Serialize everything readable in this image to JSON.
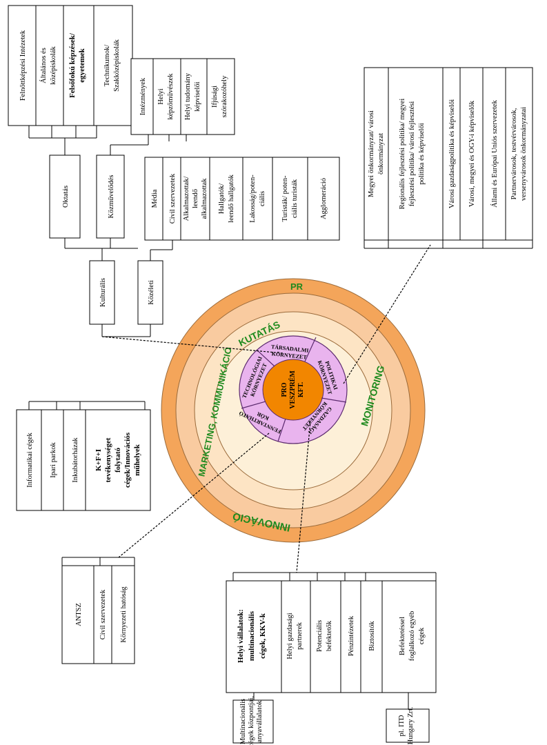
{
  "rings": {
    "pr": "PR",
    "kutatas": "KUTATÁS",
    "marketing": "MARKETING, KOMMUNIKÁCIÓ",
    "monitoring": "MONITORING",
    "innovacio": "INNOVÁCIÓ"
  },
  "core": {
    "line1": "PRO",
    "line2": "VESZPRÉM",
    "line3": "KFT."
  },
  "sectors": {
    "tarsadalmi1": "TÁRSADALMI",
    "tarsadalmi2": "KÖRNYEZET",
    "politikai1": "POLITIKAI",
    "politikai2": "KÖRNYEZET",
    "gazdasagi1": "GAZDASÁGI",
    "gazdasagi2": "KÖRNYEZET",
    "fenntarthato1": "FENNTARTHATÓ",
    "fenntarthato2": "KÖR",
    "technologiai1": "TECHNOLÓGIAI",
    "technologiai2": "KÖRNYEZET"
  },
  "kulturalis": "Kulturális",
  "kozeleti": "Közéleti",
  "oktatas": "Oktatás",
  "kozmuvelodes": "Közművelődés",
  "oktatas_items": [
    "Felnőttképzési Intézetek",
    "Általános és középiskolák",
    "Felsőfokú képzések/ egyetemek",
    "Technikumok/ Szakközépiskolák"
  ],
  "kozmuvelodes_items": [
    "Intézmények",
    "Helyi képzőművészek",
    "Helyi tudomány képviselői",
    "Ifjúsági szórakozóhely"
  ],
  "kozeleti_items": [
    "Média",
    "Civil szervezetek",
    "Alkalmazottak/ leendő alkalmazottak",
    "Hallgatók/ leendő hallgatók",
    "Lakosság/poten-ciális",
    "Turisták/ poten-ciális turisták",
    "Agglomeráció"
  ],
  "politikai_items": [
    "Megyei önkormányzat/ városi önkormányzat",
    "Regionális fejlesztési politika/ megyei fejlesztési politika/ városi fejlesztési politika és képviselői",
    "Városi gazdaságpolitika és képviselői",
    "Városi, megyei és OGY-i képviselők",
    "Állami és Európai Uniós szervezetek",
    "Partnervárosok, testvérvárosok, versenyvárosok önkormányzatai"
  ],
  "technologiai_items": [
    "Informatikai cégek",
    "Ipari parkok",
    "Inkubátorházak",
    "K+F+I tevékenységet folytató cégek/Innovációs műhelyek"
  ],
  "kornyezeti_items": [
    "ANTSZ",
    "Civil szervezetek",
    "Környezeti hatóság"
  ],
  "gazdasagi_items": [
    "Helyi vállalatok: multinacionális cégek, KKV-k",
    "Helyi gazdasági partnerek",
    "Potenciális befektetők",
    "Pénzintézetek",
    "Biztosítók",
    "Befektetéssel foglalkozó egyéb cégek"
  ],
  "multi": "Multinacionális cégek központjai, anyavállalatok",
  "itd": "pl. ITD Hungary Zrt.",
  "colors": {
    "outer": "#f4a55a",
    "ring2": "#f9cba0",
    "ring3": "#fde4c4",
    "ring4": "#fdf0d8",
    "purple": "#e9b4ee",
    "core": "#f28600",
    "green": "#1e8a1e"
  }
}
